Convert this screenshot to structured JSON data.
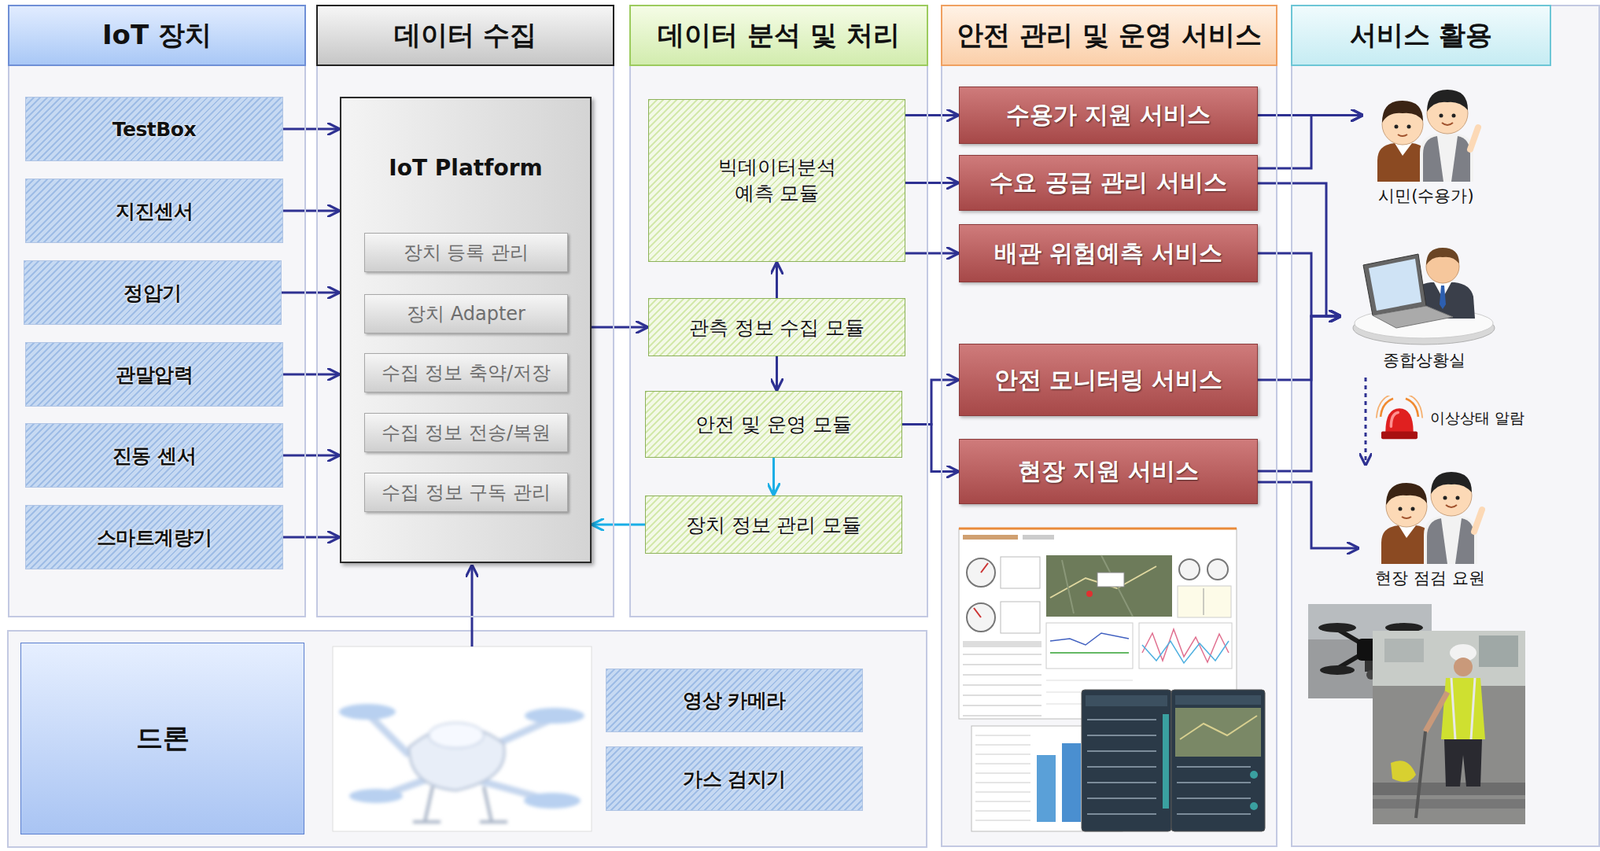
{
  "diagram": {
    "nodes": [
      {
        "text": [
          "IoT 장치"
        ]
      },
      {
        "text": [
          "TestBox"
        ],
        "in": 0
      },
      {
        "text": [
          "지진센서"
        ],
        "in": 0
      },
      {
        "text": [
          "정압기"
        ],
        "in": 0
      },
      {
        "text": [
          "관말압력"
        ],
        "in": 0
      },
      {
        "text": [
          "진동 센서"
        ],
        "in": 0
      },
      {
        "text": [
          "스마트계량기"
        ],
        "in": 0
      },
      {
        "text": [
          "데이터 수집"
        ]
      },
      {
        "text": [
          "IoT Platform"
        ],
        "in": 7
      },
      {
        "text": [
          "장치 등록 관리"
        ],
        "in": 8
      },
      {
        "text": [
          "장치 Adapter"
        ],
        "in": 8
      },
      {
        "text": [
          "수집 정보 축약/저장"
        ],
        "in": 8
      },
      {
        "text": [
          "수집 정보 전송/복원"
        ],
        "in": 8
      },
      {
        "text": [
          "수집 정보 구독 관리"
        ],
        "in": 8
      },
      {
        "text": [
          "데이터 분석 및 처리"
        ]
      },
      {
        "text": [
          "빅데이터분석 예측 모듈"
        ],
        "in": 14
      },
      {
        "text": [
          "관측 정보 수집 모듈"
        ],
        "in": 14
      },
      {
        "text": [
          "안전 및 운영 모듈"
        ],
        "in": 14
      },
      {
        "text": [
          "장치 정보 관리 모듈"
        ],
        "in": 14
      },
      {
        "text": [
          "안전 관리 및 운영 서비스"
        ]
      },
      {
        "text": [
          "수용가 지원 서비스"
        ],
        "in": 19
      },
      {
        "text": [
          "수요 공급 관리 서비스"
        ],
        "in": 19
      },
      {
        "text": [
          "배관 위험예측 서비스"
        ],
        "in": 19
      },
      {
        "text": [
          "안전 모니터링 서비스"
        ],
        "in": 19
      },
      {
        "text": [
          "현장 지원 서비스"
        ],
        "in": 19
      },
      {
        "text": [
          "서비스 활용"
        ]
      },
      {
        "text": [
          "시민(수용가)"
        ],
        "in": 25
      },
      {
        "text": [
          "종합상황실"
        ],
        "in": 25
      },
      {
        "text": [
          "이상상태 알람"
        ],
        "in": 25
      },
      {
        "text": [
          "현장 점검 요원"
        ],
        "in": 25
      },
      {
        "text": [
          "드론"
        ]
      },
      {
        "text": [
          "영상 카메라"
        ]
      },
      {
        "text": [
          "가스 검지기"
        ]
      }
    ],
    "edges": [
      {
        "from": 1,
        "to": 8,
        "arrow": "to"
      },
      {
        "from": 2,
        "to": 8,
        "arrow": "to"
      },
      {
        "from": 3,
        "to": 8,
        "arrow": "to"
      },
      {
        "from": 4,
        "to": 8,
        "arrow": "to"
      },
      {
        "from": 5,
        "to": 8,
        "arrow": "to"
      },
      {
        "from": 6,
        "to": 8,
        "arrow": "to"
      },
      {
        "from": 8,
        "to": 16,
        "arrow": "to"
      },
      {
        "from": 16,
        "to": 15,
        "arrow": "to"
      },
      {
        "from": 16,
        "to": 17,
        "arrow": "to"
      },
      {
        "from": 17,
        "to": 18,
        "arrow": "to"
      },
      {
        "from": 18,
        "to": 8,
        "arrow": "to"
      },
      {
        "from": 15,
        "to": 20,
        "arrow": "to"
      },
      {
        "from": 15,
        "to": 21,
        "arrow": "to"
      },
      {
        "from": 15,
        "to": 22,
        "arrow": "to"
      },
      {
        "from": 17,
        "to": 23,
        "arrow": "to"
      },
      {
        "from": 17,
        "to": 24,
        "arrow": "to"
      },
      {
        "from": 20,
        "to": 26,
        "arrow": "to"
      },
      {
        "from": 21,
        "to": 26,
        "arrow": "to"
      },
      {
        "from": 21,
        "to": 27,
        "arrow": "to"
      },
      {
        "from": 22,
        "to": 27,
        "arrow": "to"
      },
      {
        "from": 23,
        "to": 27,
        "arrow": "to"
      },
      {
        "from": 24,
        "to": 27,
        "arrow": "to"
      },
      {
        "from": 24,
        "to": 29,
        "arrow": "to"
      },
      {
        "from": 27,
        "to": 29,
        "arrow": "to"
      }
    ]
  }
}
